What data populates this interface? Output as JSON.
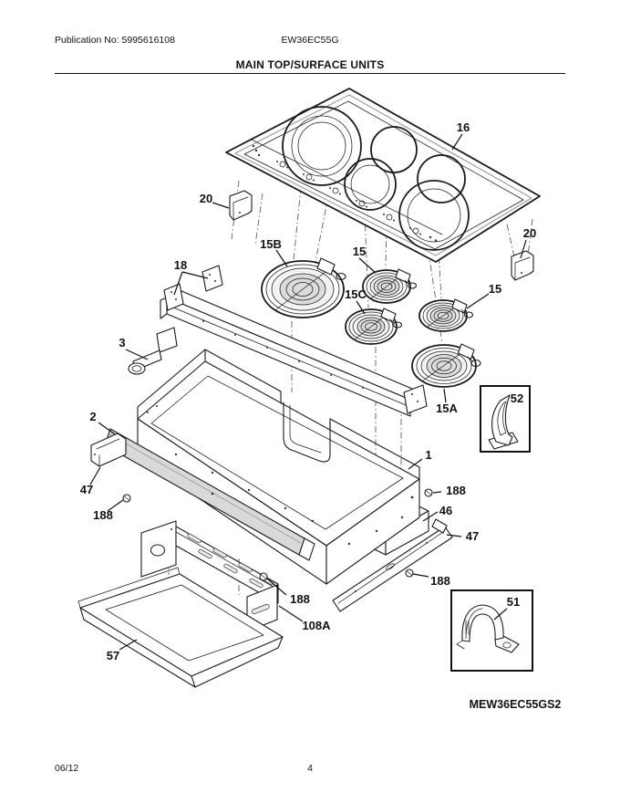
{
  "page": {
    "header": {
      "publication_no": "Publication No: 5995616108",
      "model": "EW36EC55G",
      "title": "MAIN TOP/SURFACE UNITS"
    },
    "footer": {
      "date": "06/12",
      "page_number": "4"
    },
    "diagram_id": "MEW36EC55GS2",
    "callouts": {
      "c16": "16",
      "c20_left": "20",
      "c20_right": "20",
      "c15b": "15B",
      "c15_1": "15",
      "c15c": "15C",
      "c15_2": "15",
      "c18": "18",
      "c3": "3",
      "c15a": "15A",
      "c52": "52",
      "c2": "2",
      "c1": "1",
      "c47_left": "47",
      "c188_left": "188",
      "c188_right_top": "188",
      "c46": "46",
      "c47_right": "47",
      "c188_right_bottom": "188",
      "c188_bottom": "188",
      "c108a": "108A",
      "c51": "51",
      "c57": "57"
    }
  }
}
